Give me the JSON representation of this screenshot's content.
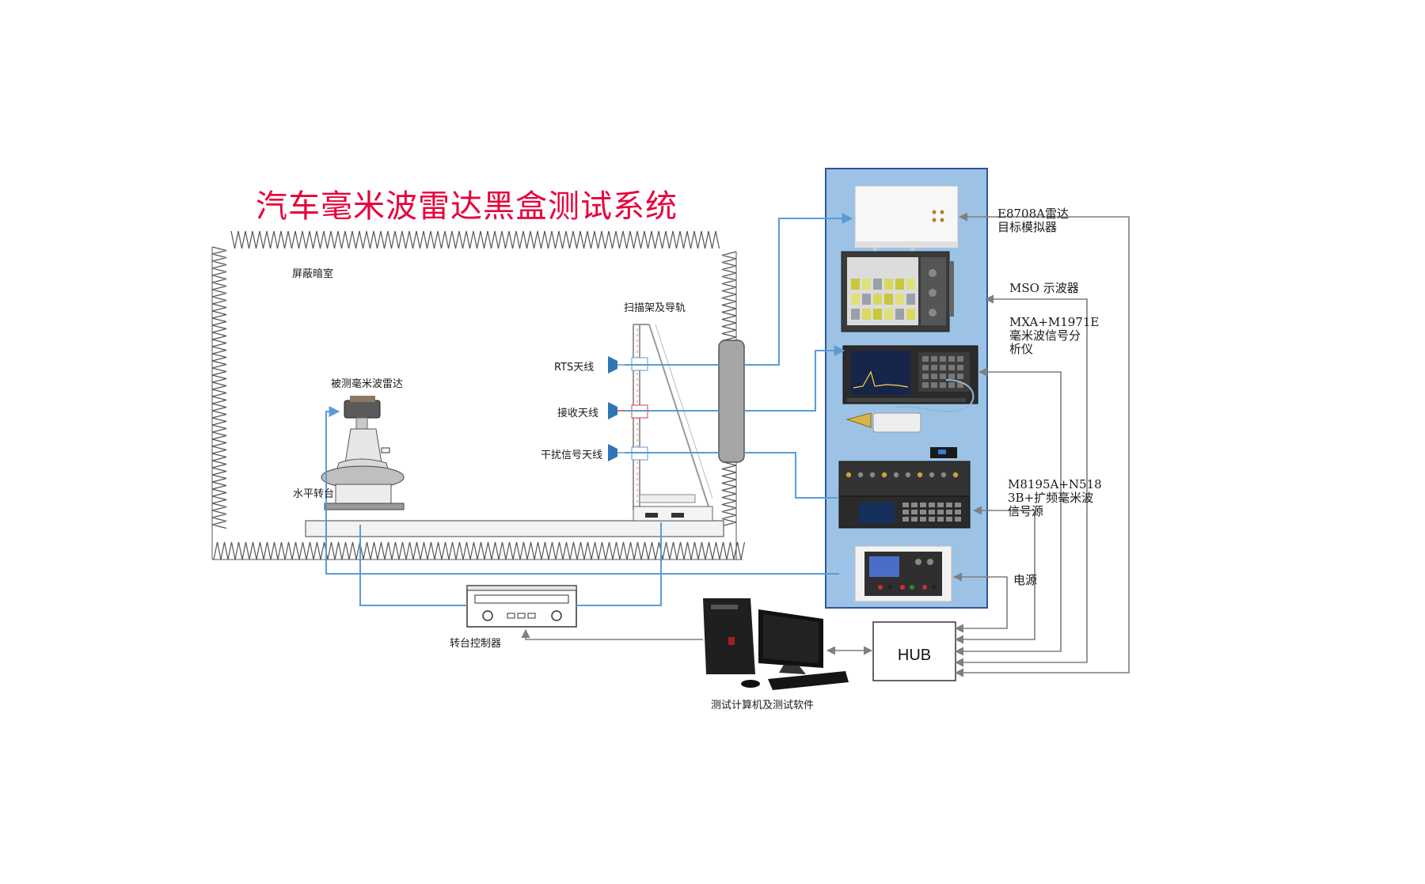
{
  "title": "汽车毫米波雷达黑盒测试系统",
  "colors": {
    "title": "#e8003a",
    "signal_line": "#5b9bd5",
    "control_line": "#7f7f7f",
    "rack_fill": "#9cc3e6",
    "rack_border": "#2f5597",
    "absorber": "#555555"
  },
  "chamber": {
    "label": "屏蔽暗室",
    "dut_label": "被测毫米波雷达",
    "turntable_label": "水平转台",
    "scanner_label": "扫描架及导轨",
    "antennas": [
      {
        "label": "RTS天线"
      },
      {
        "label": "接收天线"
      },
      {
        "label": "干扰信号天线"
      }
    ]
  },
  "controller": {
    "label": "转台控制器"
  },
  "computer": {
    "label": "测试计算机及测试软件"
  },
  "hub": {
    "label": "HUB"
  },
  "rack": {
    "instruments": [
      {
        "name": "E8708A雷达目标模拟器",
        "lines": [
          "E8708A雷达",
          "目标模拟器"
        ]
      },
      {
        "name": "MSO 示波器",
        "lines": [
          "MSO 示波器"
        ]
      },
      {
        "name": "MXA+M1971E毫米波信号分析仪",
        "lines": [
          "MXA+M1971E",
          "毫米波信号分",
          "析仪"
        ]
      },
      {
        "name": "M8195A+N5183B+扩频毫米波信号源",
        "lines": [
          "M8195A+N518",
          "3B+扩频毫米波",
          "信号源"
        ]
      },
      {
        "name": "电源",
        "lines": [
          "电源"
        ]
      }
    ]
  }
}
